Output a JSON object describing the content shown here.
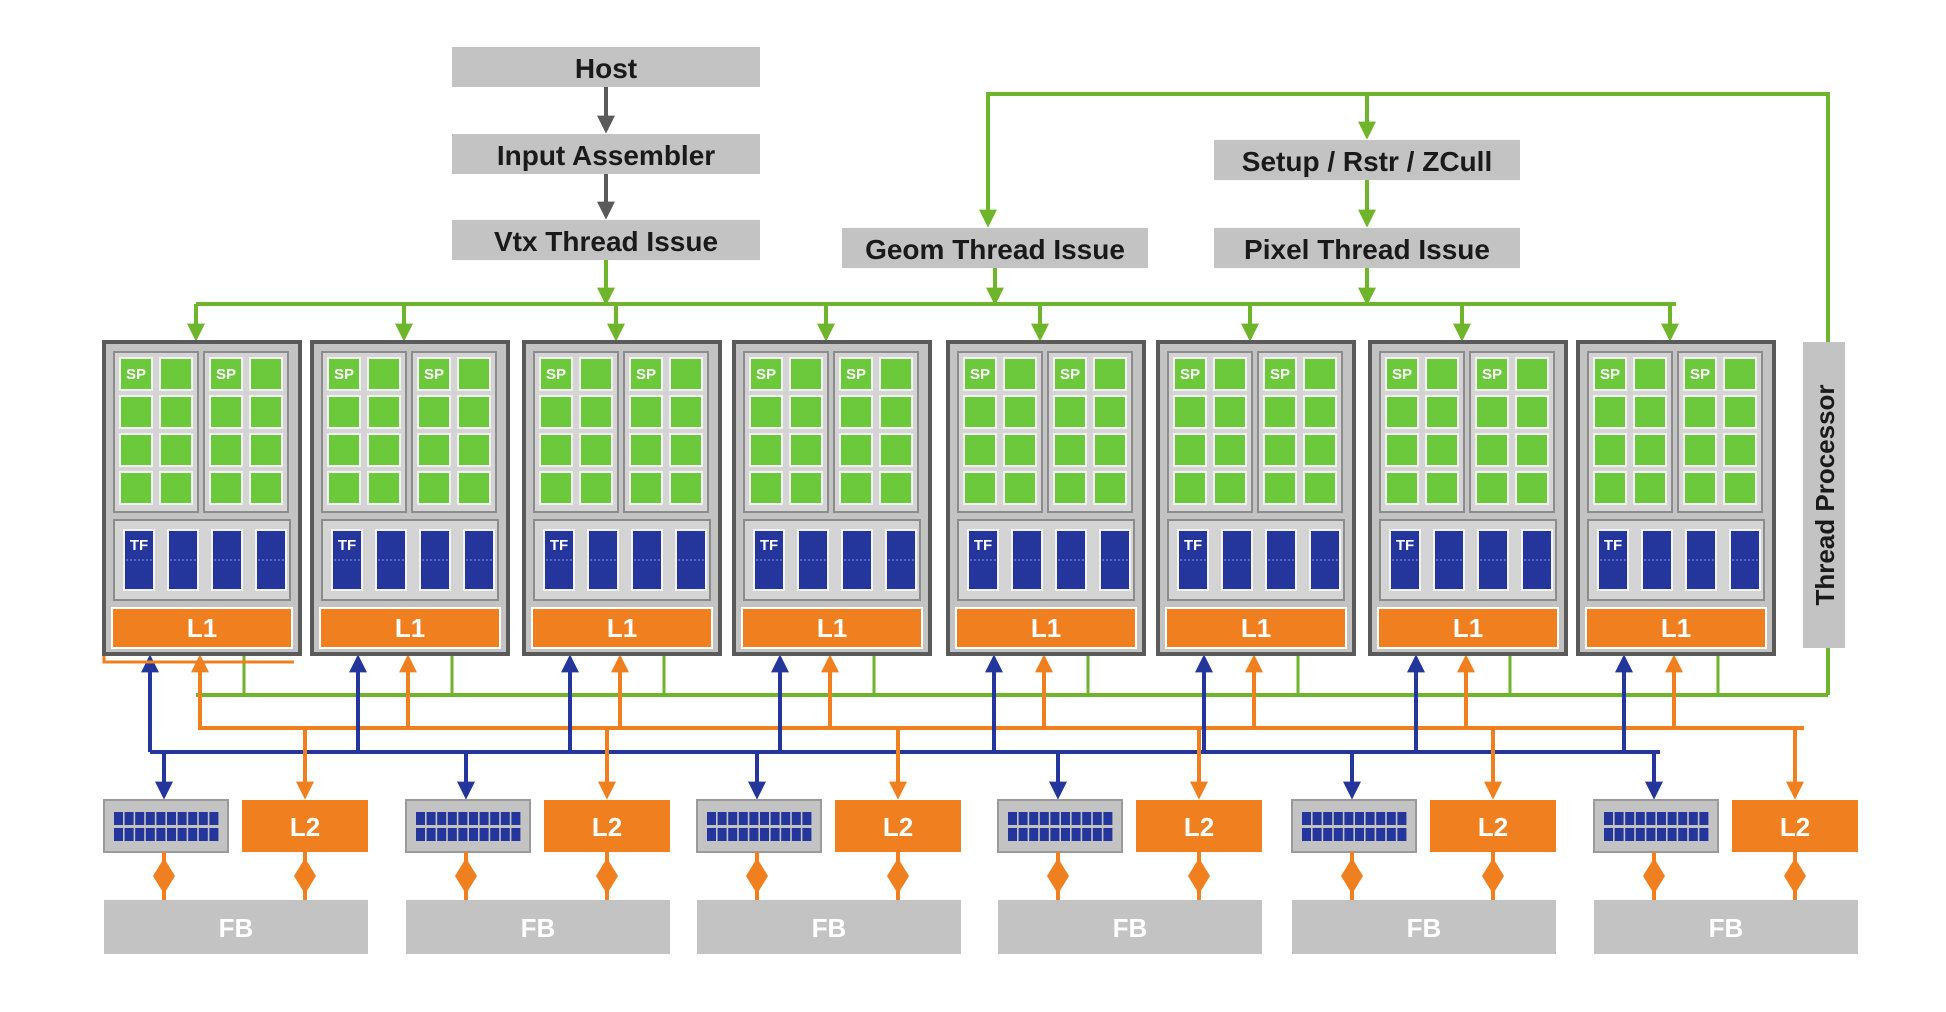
{
  "colors": {
    "green": "#6fb52c",
    "orange": "#f07f1f",
    "blue": "#24369c",
    "gray_box": "#c3c3c3",
    "dark_gray": "#5a5a5a",
    "sp_green": "#6cc93c"
  },
  "front_end": {
    "host": "Host",
    "input_assembler": "Input Assembler",
    "vtx_thread_issue": "Vtx Thread Issue",
    "geom_thread_issue": "Geom Thread Issue",
    "setup": "Setup / Rstr / ZCull",
    "pixel_thread_issue": "Pixel Thread Issue",
    "thread_processor": "Thread Processor"
  },
  "cluster": {
    "count": 8,
    "sp_label": "SP",
    "tf_label": "TF",
    "l1_label": "L1"
  },
  "memory": {
    "partition_count": 6,
    "l2_label": "L2",
    "fb_label": "FB"
  }
}
